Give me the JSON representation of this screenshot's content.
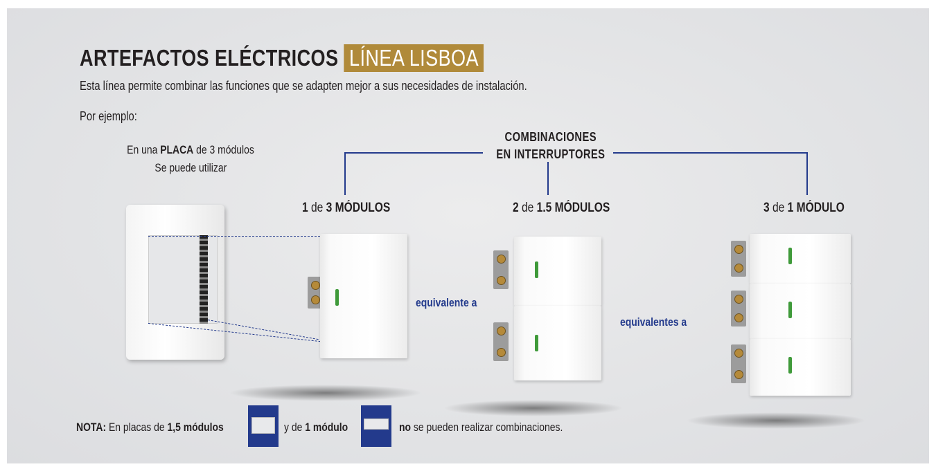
{
  "header": {
    "title": "ARTEFACTOS ELÉCTRICOS",
    "highlight": "LÍNEA LISBOA",
    "subtitle": "Esta línea permite combinar las funciones que se adapten mejor a sus necesidades de instalación.",
    "example": "Por ejemplo:"
  },
  "placa": {
    "line1_pre": "En una ",
    "line1_bold": "PLACA",
    "line1_post": " de 3 módulos",
    "line2": "Se puede utilizar"
  },
  "combinations": {
    "line1": "COMBINACIONES",
    "line2": "EN INTERRUPTORES"
  },
  "options": [
    {
      "count": "1",
      "de": " de ",
      "size": "3 MÓDULOS"
    },
    {
      "count": "2",
      "de": " de ",
      "size": "1.5 MÓDULOS"
    },
    {
      "count": "3",
      "de": " de ",
      "size": "1 MÓDULO"
    }
  ],
  "equivalente": "equivalente a",
  "equivalentes": "equivalentes a",
  "nota": {
    "label": "NOTA:",
    "t1": " En placas de ",
    "b1": "1,5 módulos",
    "t2": "y de ",
    "b2": "1 módulo",
    "b3": "no",
    "t3": " se pueden realizar combinaciones."
  },
  "colors": {
    "accent_gold": "#b08a3a",
    "accent_blue": "#233a8c",
    "led_green": "#3f9a3a"
  }
}
